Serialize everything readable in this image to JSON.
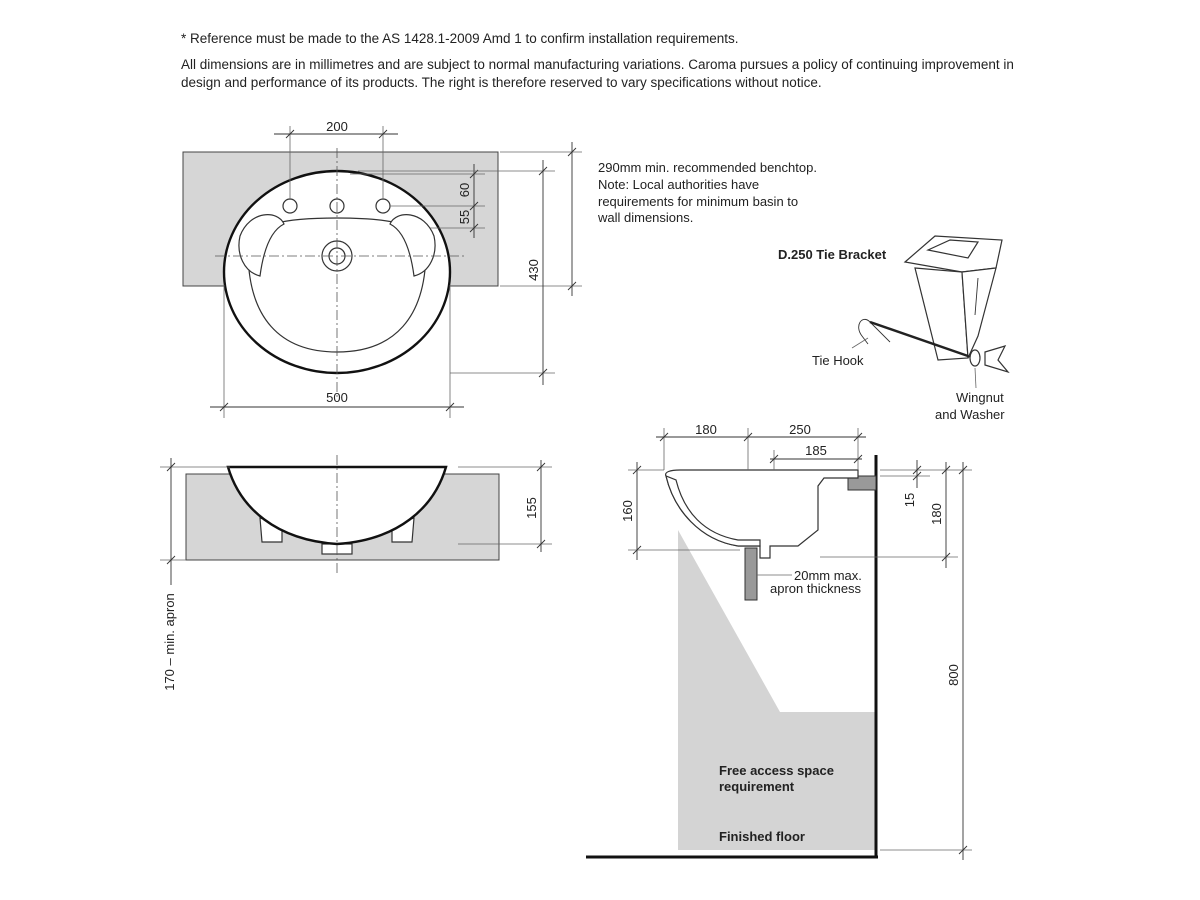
{
  "notes": {
    "reference": "* Reference must be made to the AS 1428.1-2009 Amd 1 to confirm installation requirements.",
    "dimensions": "All dimensions are in millimetres and are subject to normal manufacturing variations. Caroma pursues a policy of continuing improvement in design and performance of its products. The right is therefore reserved to vary specifications without notice."
  },
  "plan_view": {
    "dim_tap_spacing": "200",
    "dim_tap_offset_60": "60",
    "dim_tap_offset_55": "55",
    "dim_depth": "430",
    "dim_width": "500",
    "benchtop_note": [
      "290mm min. recommended benchtop.",
      "Note: Local authorities have",
      "requirements for minimum basin to",
      "wall dimensions."
    ]
  },
  "front_view": {
    "dim_height": "155",
    "dim_apron": "170 – min. apron"
  },
  "tie_bracket": {
    "title": "D.250 Tie Bracket",
    "tie_hook": "Tie Hook",
    "wingnut_line1": "Wingnut",
    "wingnut_line2": "and Washer"
  },
  "section_view": {
    "dim_180": "180",
    "dim_250": "250",
    "dim_185": "185",
    "dim_160": "160",
    "dim_15": "15",
    "dim_180_right": "180",
    "dim_800": "800",
    "apron_line1": "20mm max.",
    "apron_line2": "apron thickness",
    "access_line1": "Free access space",
    "access_line2": "requirement",
    "floor": "Finished floor"
  }
}
